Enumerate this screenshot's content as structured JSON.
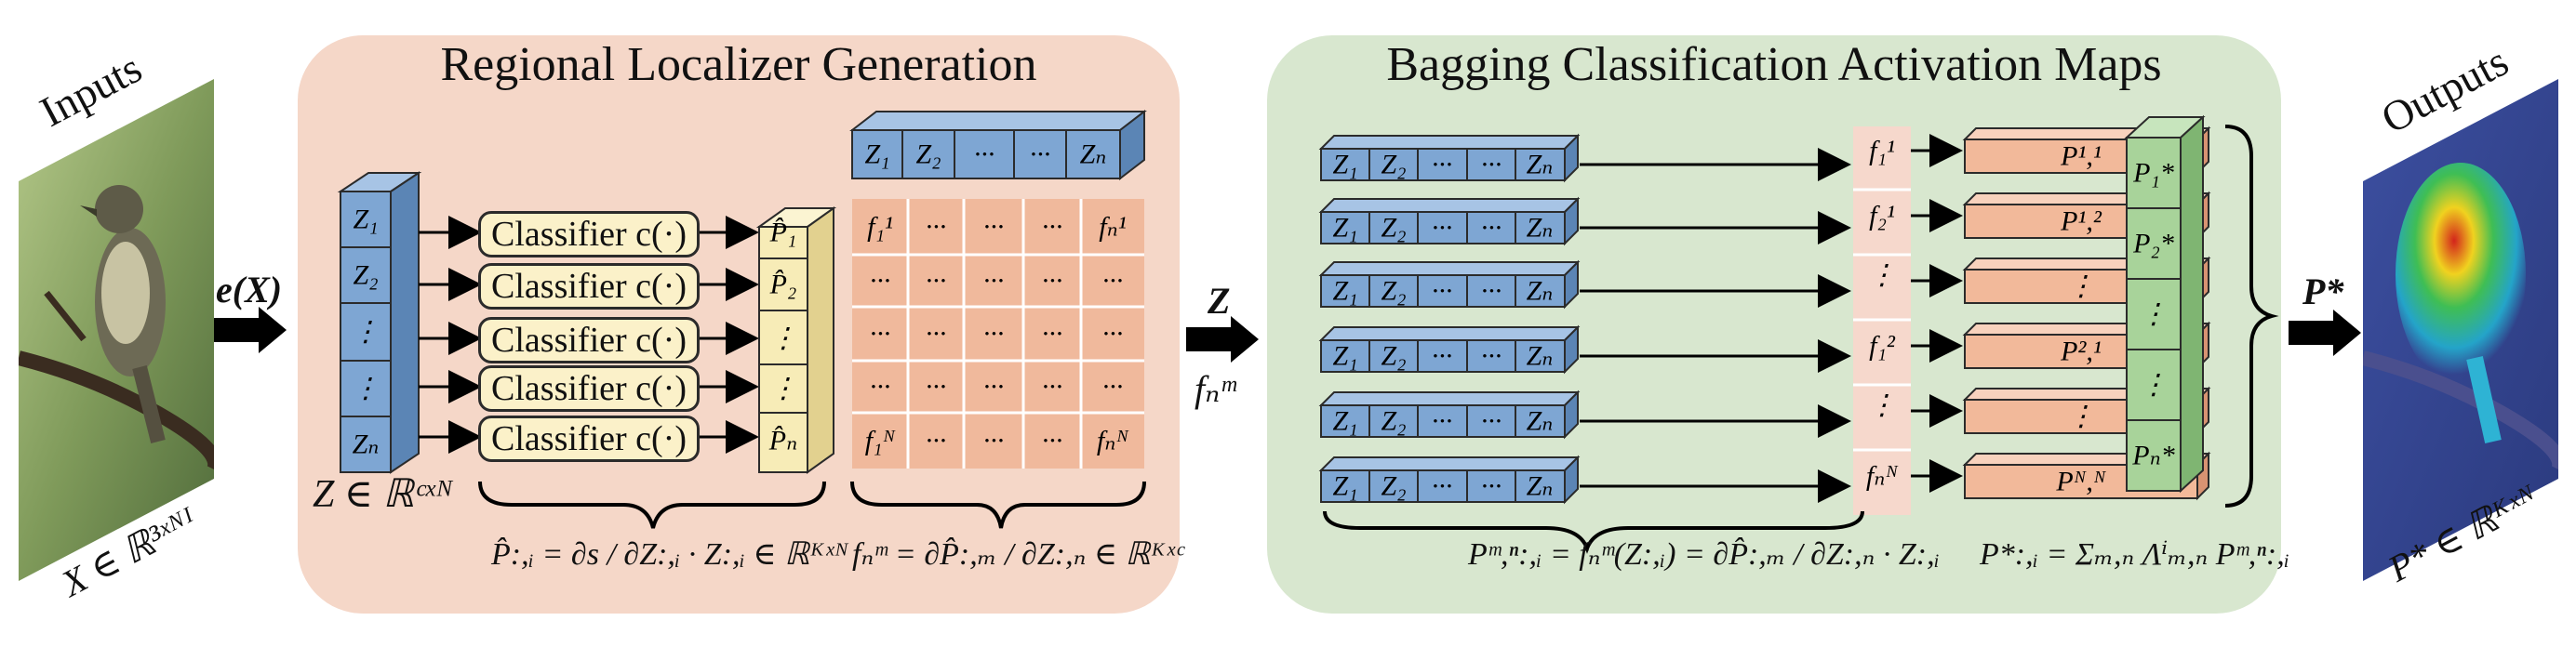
{
  "inputs": {
    "label": "Inputs",
    "caption": "X ∈ ℝ³ˣᴺᴵ"
  },
  "outputs": {
    "label": "Outputs",
    "caption": "P* ∈ ℝᴷˣᴺ"
  },
  "arrows": {
    "ex": "e(X)",
    "z": "Z",
    "fnm": "fₙᵐ",
    "pstar": "P*"
  },
  "panel1": {
    "title": "Regional Localizer Generation",
    "z_cells": [
      "Z₁",
      "Z₂",
      "⋮",
      "⋮",
      "Zₙ"
    ],
    "z_caption": "Z ∈ ℝᶜˣᴺ",
    "classifier_label": "Classifier c(·)",
    "p_cells": [
      "P̂₁",
      "P̂₂",
      "⋮",
      "⋮",
      "P̂ₙ"
    ],
    "top_cells": [
      "Z₁",
      "Z₂",
      "···",
      "···",
      "Zₙ"
    ],
    "grid": [
      [
        "f₁¹",
        "···",
        "···",
        "···",
        "fₙ¹"
      ],
      [
        "···",
        "···",
        "···",
        "···",
        "···"
      ],
      [
        "···",
        "···",
        "···",
        "···",
        "···"
      ],
      [
        "···",
        "···",
        "···",
        "···",
        "···"
      ],
      [
        "f₁ᴺ",
        "···",
        "···",
        "···",
        "fₙᴺ"
      ]
    ],
    "formula_left": "P̂:,ᵢ = ∂s / ∂Z:,ᵢ · Z:,ᵢ ∈ ℝᴷˣᴺ",
    "formula_right": "fₙᵐ = ∂P̂:,ₘ / ∂Z:,ₙ ∈ ℝᴷˣᶜ"
  },
  "panel2": {
    "title": "Bagging Classification Activation Maps",
    "row_cells": [
      "Z₁",
      "Z₂",
      "···",
      "···",
      "Zₙ"
    ],
    "f_cells": [
      "f₁¹",
      "f₂¹",
      "⋮",
      "f₁²",
      "⋮",
      "fₙᴺ"
    ],
    "p_bars": [
      "P¹,¹",
      "P¹,²",
      "⋮",
      "P²,¹",
      "⋮",
      "Pᴺ,ᴺ"
    ],
    "pstar_cells": [
      "P₁*",
      "P₂*",
      "⋮",
      "⋮",
      "Pₙ*"
    ],
    "formula_left": "Pᵐ,ⁿ:,ᵢ = fₙᵐ(Z:,ᵢ) = ∂P̂:,ₘ / ∂Z:,ₙ · Z:,ᵢ",
    "formula_right": "P*:,ᵢ = Σₘ,ₙ Λⁱₘ,ₙ Pᵐ,ⁿ:,ᵢ"
  },
  "colors": {
    "panel1_bg": "#f5d7c8",
    "panel2_bg": "#d8e7cf",
    "z_blue": "#7ea6d3",
    "z_blue_top": "#a7c4e5",
    "z_blue_side": "#5b85b5",
    "classifier_yellow": "#fbf1c9",
    "p_yellow": "#f7ecb7",
    "grid_orange": "#f0b99c",
    "bar_orange": "#f2b99a",
    "f_pink": "#f6d8cc",
    "pstar_green": "#a8d39a"
  }
}
